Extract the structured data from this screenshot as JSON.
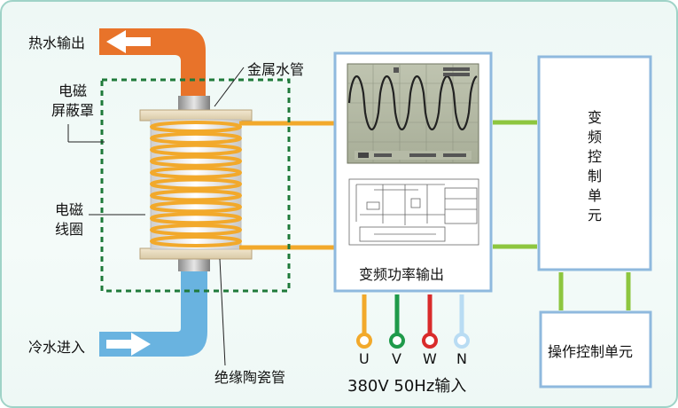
{
  "labels": {
    "hot_out": "热水输出",
    "cold_in": "冷水进入",
    "metal_pipe": "金属水管",
    "shield_line1": "电磁",
    "shield_line2": "屏蔽罩",
    "coil_line1": "电磁",
    "coil_line2": "线圈",
    "ceramic_pipe": "绝缘陶瓷管",
    "inverter_output": "变频功率输出",
    "inverter_control": "变频控制单元",
    "operation_control": "操作控制单元",
    "phase_u": "U",
    "phase_v": "V",
    "phase_w": "W",
    "phase_n": "N",
    "supply": "380V 50Hz输入"
  },
  "colors": {
    "hot_pipe": "#e8732a",
    "cold_pipe": "#69b3e0",
    "coil": "#f2a92b",
    "shield_border": "#1f7a3a",
    "box_border": "#8fb9de",
    "link_green": "#8dc63f",
    "phase_u": "#f2a92b",
    "phase_v": "#1f9a4a",
    "phase_w": "#d92b2b",
    "phase_n": "#b9dcf3"
  },
  "icons": {
    "hot_arrow": "arrow-left-icon",
    "cold_arrow": "arrow-right-icon"
  }
}
